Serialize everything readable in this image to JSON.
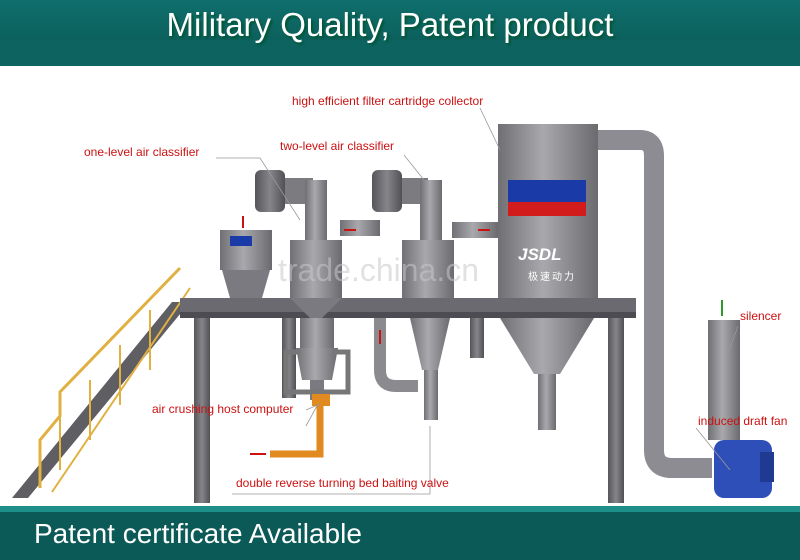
{
  "header": {
    "title": "Military Quality, Patent product"
  },
  "footer": {
    "title": "Patent certificate Available"
  },
  "labels": {
    "filter_collector": "high efficient filter cartridge collector",
    "one_level_classifier": "one-level air classifier",
    "two_level_classifier": "two-level air classifier",
    "silencer": "silencer",
    "crushing_host": "air crushing host computer",
    "draft_fan": "induced draft fan",
    "baiting_valve": "double reverse turning bed baiting valve"
  },
  "logo": {
    "brand": "JSDL",
    "subtitle": "极速动力"
  },
  "watermark": "trade.china.cn",
  "colors": {
    "teal": "#0c6360",
    "label_red": "#cc1111",
    "machine_gray": "#8a8a8e",
    "logo_blue": "#1a3aa8",
    "feed_orange": "#e08a20",
    "fan_blue": "#2e4fb8",
    "rail_yellow": "#e0b040"
  }
}
